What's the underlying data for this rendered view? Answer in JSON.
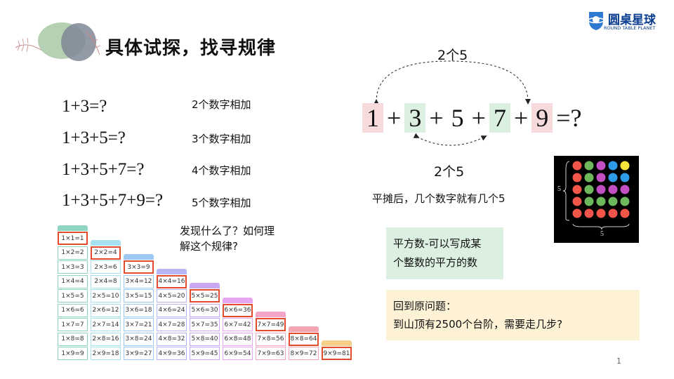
{
  "title": "具体试探，找寻规律",
  "logo": {
    "name": "圆桌星球",
    "sub": "ROUND TABLE PLANET"
  },
  "equations": [
    {
      "expr": "1+3=?",
      "label": "2个数字相加"
    },
    {
      "expr": "1+3+5=?",
      "label": "3个数字相加"
    },
    {
      "expr": "1+3+5+7=?",
      "label": "4个数字相加"
    },
    {
      "expr": "1+3+5+7+9=?",
      "label": "5个数字相加"
    }
  ],
  "big_equation": {
    "n1": "1",
    "n2": "3",
    "n3": "5",
    "n4": "7",
    "n5": "9",
    "plus": "+",
    "tail": "=?"
  },
  "arc_top_label": "2个5",
  "arc_bottom_label": "2个5",
  "spread_note": "平摊后，几个数字就有几个5",
  "question": {
    "line1": "发现什么了？如何理",
    "line2": "解这个规律?"
  },
  "square_box": {
    "line1": "平方数-可以写成某",
    "line2": "个整数的平方的数"
  },
  "problem_box": {
    "line1": "回到原问题：",
    "line2": "到山顶有2500个台阶，需要走几步?"
  },
  "dot_grid": {
    "side_label_left": "5",
    "side_label_bottom": "5",
    "colors": {
      "red": "#f0564a",
      "green": "#6db85c",
      "magenta": "#c24fc2",
      "blue": "#2e9be8",
      "yellow": "#f5e23a"
    }
  },
  "mult_table": {
    "tab_colors": [
      "#8fd3c2",
      "#a7e0ee",
      "#9dc8f2",
      "#b5b8f5",
      "#c8a8f2",
      "#e6a6ef",
      "#f5a6c8",
      "#f3a6b0",
      "#f6cf8a"
    ],
    "columns": [
      [
        "1×1=1",
        "1×2=2",
        "1×3=3",
        "1×4=4",
        "1×5=5",
        "1×6=6",
        "1×7=7",
        "1×8=8",
        "1×9=9"
      ],
      [
        "2×2=4",
        "2×3=6",
        "2×4=8",
        "2×5=10",
        "2×6=12",
        "2×7=14",
        "2×8=16",
        "2×9=18"
      ],
      [
        "3×3=9",
        "3×4=12",
        "3×5=15",
        "3×6=18",
        "3×7=21",
        "3×8=24",
        "3×9=27"
      ],
      [
        "4×4=16",
        "4×5=20",
        "4×6=24",
        "4×7=28",
        "4×8=32",
        "4×9=36"
      ],
      [
        "5×5=25",
        "5×6=30",
        "5×7=35",
        "5×8=40",
        "5×9=45"
      ],
      [
        "6×6=36",
        "6×7=42",
        "6×8=48",
        "6×9=54"
      ],
      [
        "7×7=49",
        "7×8=56",
        "7×9=63"
      ],
      [
        "8×8=64",
        "8×9=72"
      ],
      [
        "9×9=81"
      ]
    ]
  },
  "page_number": "1"
}
